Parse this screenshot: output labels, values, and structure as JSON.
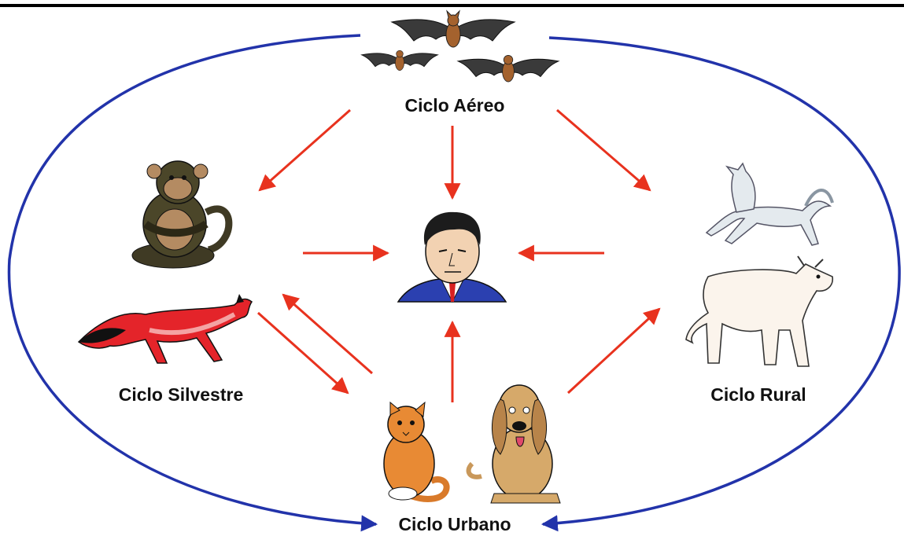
{
  "labels": {
    "aereo": "Ciclo Aéreo",
    "silvestre": "Ciclo Silvestre",
    "rural": "Ciclo Rural",
    "urbano": "Ciclo Urbano"
  },
  "colors": {
    "ellipse": "#2233aa",
    "arrow_red": "#e8321e",
    "top_rule": "#000000"
  },
  "icons": [
    "bat-icon",
    "monkey-icon",
    "fox-icon",
    "horse-icon",
    "cow-icon",
    "cat-icon",
    "dog-icon",
    "human-icon"
  ]
}
